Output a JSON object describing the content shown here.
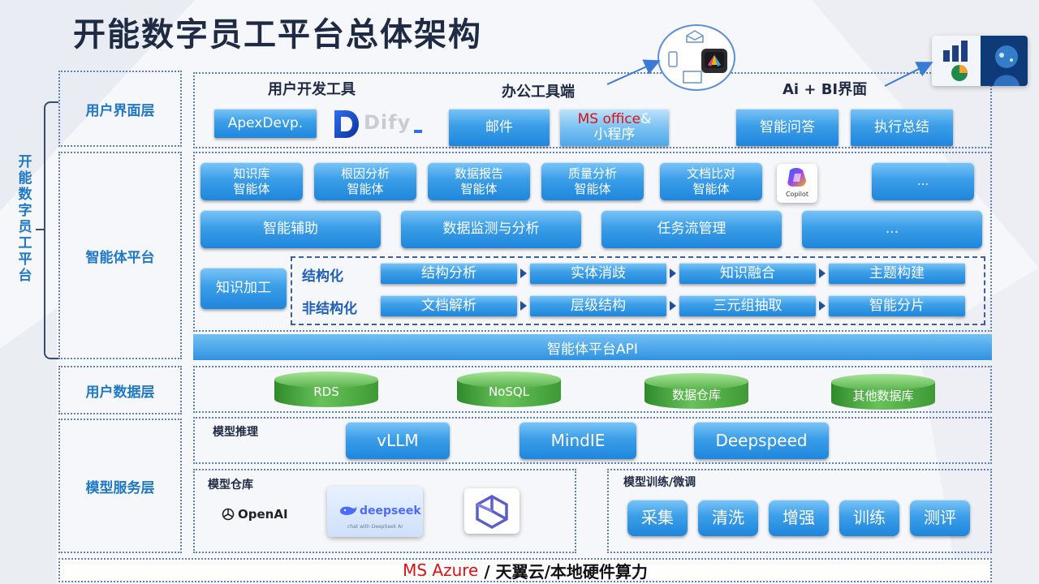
{
  "title": "开能数字员工平台总体架构",
  "platform_label": "开能数字员工平台",
  "layers": {
    "user_interface": "用户界面层",
    "agent_platform": "智能体平台",
    "user_data": "用户数据层",
    "model_service": "模型服务层"
  },
  "ui_layer": {
    "dev_tools_title": "用户开发工具",
    "office_title": "办公工具端",
    "ai_bi_title": "Ai + BI界面",
    "apex_label": "ApexDevp.",
    "dify_label": "Dify",
    "mail_label": "邮件",
    "ms_office_red": "MS office",
    "ms_office_rest": "&",
    "miniprogram": "小程序",
    "qa_label": "智能问答",
    "summary_label": "执行总结"
  },
  "agent_layer": {
    "agents": [
      {
        "line1": "知识库",
        "line2": "智能体"
      },
      {
        "line1": "根因分析",
        "line2": "智能体"
      },
      {
        "line1": "数据报告",
        "line2": "智能体"
      },
      {
        "line1": "质量分析",
        "line2": "智能体"
      },
      {
        "line1": "文档比对",
        "line2": "智能体"
      }
    ],
    "copilot_label": "Copilot",
    "more": "...",
    "functions": [
      "智能辅助",
      "数据监测与分析",
      "任务流管理",
      "..."
    ],
    "knowledge_processing": "知识加工",
    "structured_label": "结构化",
    "unstructured_label": "非结构化",
    "structured_steps": [
      "结构分析",
      "实体消歧",
      "知识融合",
      "主题构建"
    ],
    "unstructured_steps": [
      "文档解析",
      "层级结构",
      "三元组抽取",
      "智能分片"
    ],
    "api_label": "智能体平台API"
  },
  "data_layer": {
    "databases": [
      "RDS",
      "NoSQL",
      "数据仓库",
      "其他数据库"
    ]
  },
  "model_layer": {
    "inference_label": "模型推理",
    "inference_engines": [
      "vLLM",
      "MindIE",
      "Deepspeed"
    ],
    "repo_label": "模型仓库",
    "openai_label": "OpenAI",
    "deepseek_label": "deepseek",
    "deepseek_sub": "chat with DeepSeek AI",
    "training_label": "模型训练/微调",
    "training_steps": [
      "采集",
      "清洗",
      "增强",
      "训练",
      "测评"
    ]
  },
  "footer": {
    "azure": "MS Azure",
    "rest": " / 天翼云/本地硬件算力"
  },
  "colors": {
    "accent_blue": "#1e78c8",
    "button_blue": "#2f93e2",
    "db_green": "#4aa63e",
    "highlight_red": "#e01010"
  }
}
